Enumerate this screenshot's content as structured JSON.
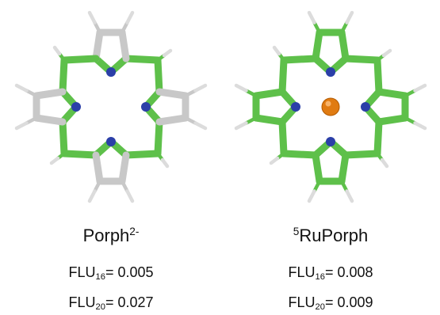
{
  "molecules": [
    {
      "id": "left",
      "name_main": "Porph",
      "name_sup": "2-",
      "name_pre_sup": "",
      "has_metal": false,
      "core_color": "#5ec04a",
      "outer_color": "#c8c8c8",
      "flu": [
        {
          "base": "FLU",
          "sub": "16",
          "value": "= 0.005"
        },
        {
          "base": "FLU",
          "sub": "20",
          "value": "= 0.027"
        }
      ]
    },
    {
      "id": "right",
      "name_main": "RuPorph",
      "name_sup": "",
      "name_pre_sup": "5",
      "has_metal": true,
      "core_color": "#5ec04a",
      "outer_color": "#5ec04a",
      "flu": [
        {
          "base": "FLU",
          "sub": "16",
          "value": "= 0.008"
        },
        {
          "base": "FLU",
          "sub": "20",
          "value": "= 0.009"
        }
      ]
    }
  ],
  "colors": {
    "nitrogen": "#2b3fa8",
    "hydrogen": "#dcdcdc",
    "metal": "#e07b12"
  }
}
